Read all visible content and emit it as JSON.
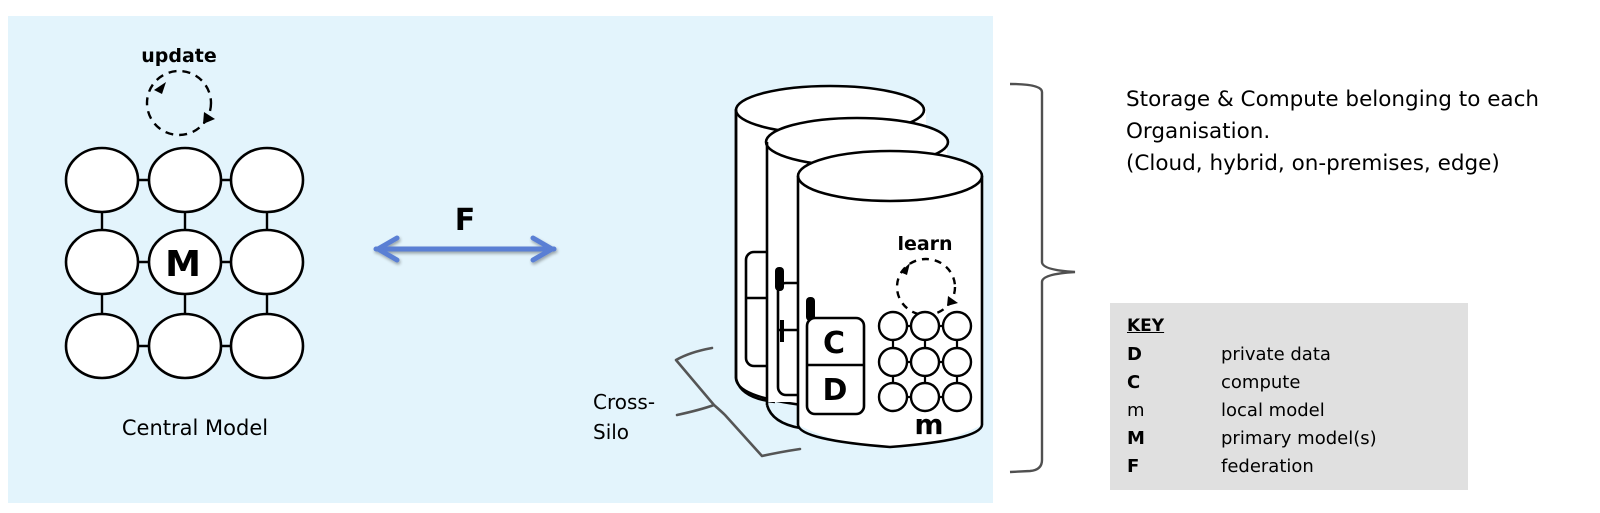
{
  "diagram": {
    "title": "Cross-Silo Federated Learning",
    "colors": {
      "panel_bg": "#e3f4fc",
      "arrow": "#5a7fd4",
      "key_bg": "#e0e0e0",
      "stroke": "#000000"
    },
    "central_model": {
      "node_label": "M",
      "loop_label": "update",
      "caption": "Central Model"
    },
    "federation_arrow": {
      "label": "F"
    },
    "silo": {
      "compute_label": "C",
      "data_label": "D",
      "loop_label": "learn",
      "local_model_label": "m",
      "cross_silo_label_line1": "Cross-",
      "cross_silo_label_line2": "Silo",
      "cylinder_count": 3
    },
    "organisation_description": {
      "line1": "Storage & Compute belonging to each",
      "line2": "Organisation.",
      "line3": "(Cloud, hybrid, on-premises, edge)"
    },
    "key": {
      "title": "KEY",
      "entries": [
        {
          "symbol": "D",
          "description": "private data"
        },
        {
          "symbol": "C",
          "description": "compute"
        },
        {
          "symbol": "m",
          "description": "local model"
        },
        {
          "symbol": "M",
          "description": "primary model(s)"
        },
        {
          "symbol": "F",
          "description": "federation"
        }
      ]
    }
  }
}
